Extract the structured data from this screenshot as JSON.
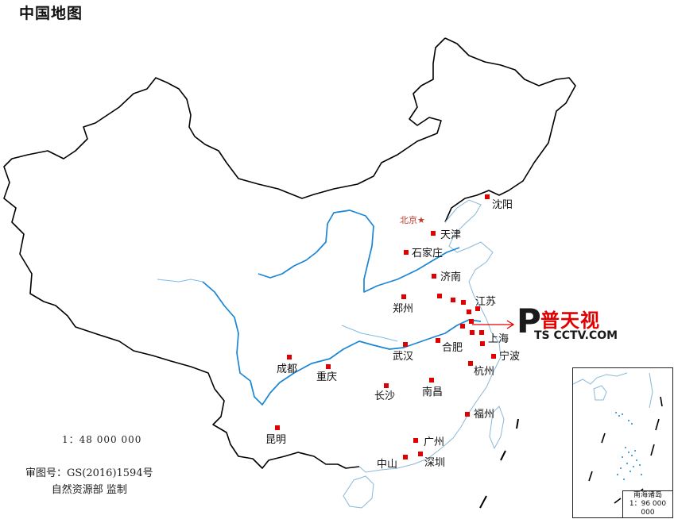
{
  "title": "中国地图",
  "scale": "1：48 000 000",
  "approval": {
    "number": "审图号：GS(2016)1594号",
    "supervisor": "自然资源部 监制"
  },
  "capital": {
    "name": "北京★"
  },
  "cities": [
    {
      "name": "沈阳"
    },
    {
      "name": "天津"
    },
    {
      "name": "石家庄"
    },
    {
      "name": "济南"
    },
    {
      "name": "郑州"
    },
    {
      "name": "江苏"
    },
    {
      "name": "上海"
    },
    {
      "name": "合肥"
    },
    {
      "name": "宁波"
    },
    {
      "name": "武汉"
    },
    {
      "name": "杭州"
    },
    {
      "name": "成都"
    },
    {
      "name": "重庆"
    },
    {
      "name": "长沙"
    },
    {
      "name": "南昌"
    },
    {
      "name": "福州"
    },
    {
      "name": "昆明"
    },
    {
      "name": "广州"
    },
    {
      "name": "深圳"
    },
    {
      "name": "中山"
    }
  ],
  "logo": {
    "letter": "P",
    "chinese": "普天视",
    "site": "TS CCTV.COM"
  },
  "inset": {
    "name": "南海诸岛",
    "scale": "1：96 000 000"
  },
  "colors": {
    "border": "#000000",
    "river": "#1a86d4",
    "coast": "#8ab8d6",
    "city_marker": "#e00000",
    "capital_text": "#c0392b",
    "logo_red": "#e00000"
  }
}
